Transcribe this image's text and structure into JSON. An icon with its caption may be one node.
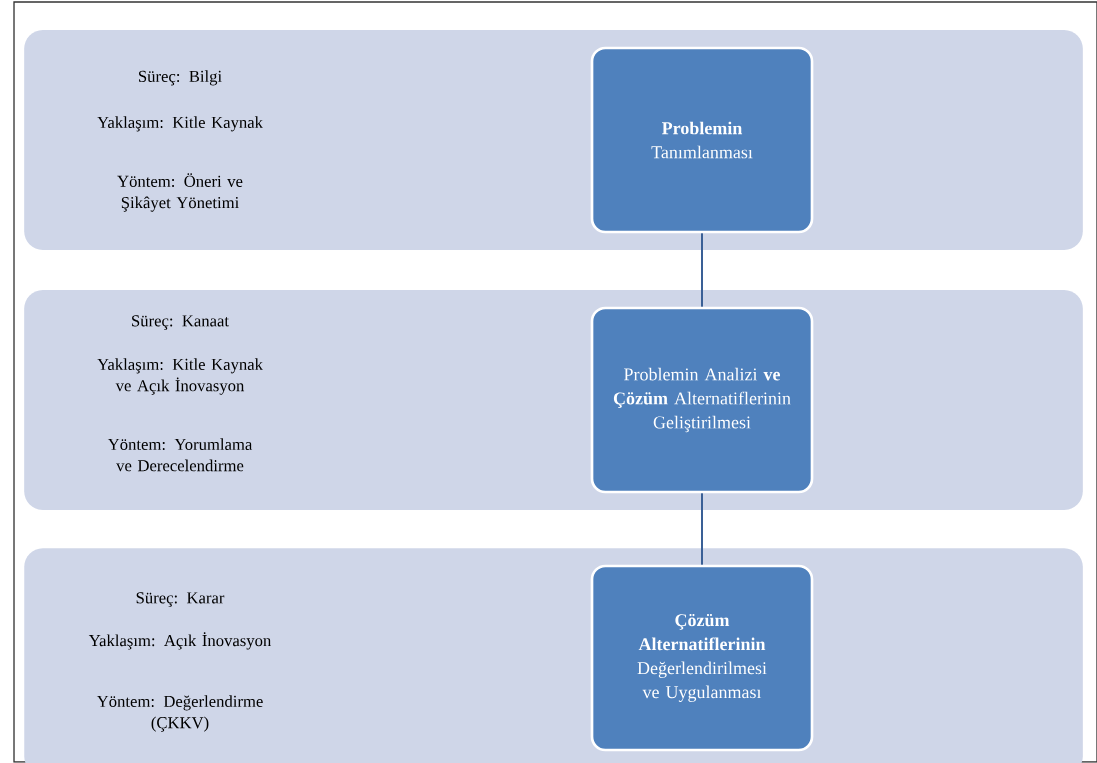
{
  "diagram": {
    "nodes": [
      {
        "text": [
          "Süreç: Bilgi",
          "Yaklaşım: Kitle Kaynak",
          "Yöntem: Öneri ve Şikâyet Yönetimi"
        ]
      },
      {
        "text": [
          "**Problemin** Tanımlanması"
        ],
        "in": 0
      },
      {
        "text": [
          "Süreç: Kanaat",
          "Yaklaşım: Kitle Kaynak ve Açık İnovasyon",
          "Yöntem: Yorumlama ve Derecelendirme"
        ]
      },
      {
        "text": [
          "Problemin Analizi **ve Çözüm** Alternatiflerinin Geliştirilmesi"
        ],
        "in": 2
      },
      {
        "text": [
          "Süreç: Karar",
          "Yaklaşım: Açık İnovasyon",
          "Yöntem: Değerlendirme (ÇKKV)"
        ]
      },
      {
        "text": [
          "**Çözüm Alternatiflerinin** Değerlendirilmesi ve Uygulanması"
        ],
        "in": 4
      }
    ],
    "edges": [
      {
        "from": 1,
        "to": 3,
        "arrow": "none"
      },
      {
        "from": 3,
        "to": 5,
        "arrow": "none"
      }
    ]
  }
}
